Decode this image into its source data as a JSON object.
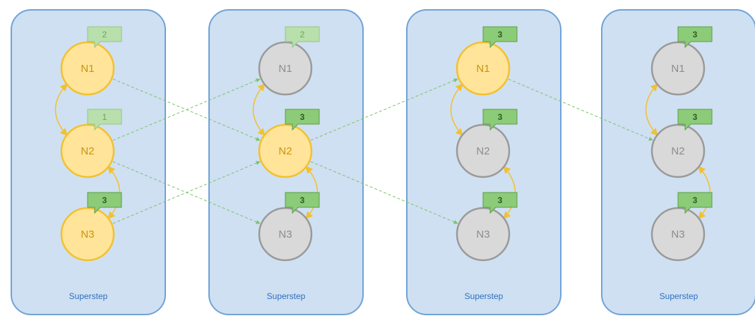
{
  "superstep_label": "Superstep",
  "colors": {
    "panel_fill": "#cfe0f2",
    "panel_stroke": "#6fa3d6",
    "active_fill": "#ffe49a",
    "active_stroke": "#f2c12e",
    "active_text": "#c9950f",
    "halted_fill": "#d9d9d9",
    "halted_stroke": "#9a9a9a",
    "halted_text": "#8c8c8c",
    "badge_new_fill": "#8ccb78",
    "badge_new_stroke": "#5b9e48",
    "badge_new_text": "#2d5e22",
    "badge_old_fill": "#b9dfac",
    "badge_old_stroke": "#93c784",
    "badge_old_text": "#6aa35b",
    "message_line": "#7cc26a",
    "edge": "#f2c12e"
  },
  "supersteps": [
    {
      "label": "Superstep",
      "nodes": [
        {
          "id": "N1",
          "label": "N1",
          "state": "active",
          "value": "2",
          "value_state": "old"
        },
        {
          "id": "N2",
          "label": "N2",
          "state": "active",
          "value": "1",
          "value_state": "old"
        },
        {
          "id": "N3",
          "label": "N3",
          "state": "active",
          "value": "3",
          "value_state": "new"
        }
      ]
    },
    {
      "label": "Superstep",
      "nodes": [
        {
          "id": "N1",
          "label": "N1",
          "state": "halted",
          "value": "2",
          "value_state": "old"
        },
        {
          "id": "N2",
          "label": "N2",
          "state": "active",
          "value": "3",
          "value_state": "new"
        },
        {
          "id": "N3",
          "label": "N3",
          "state": "halted",
          "value": "3",
          "value_state": "new"
        }
      ]
    },
    {
      "label": "Superstep",
      "nodes": [
        {
          "id": "N1",
          "label": "N1",
          "state": "active",
          "value": "3",
          "value_state": "new"
        },
        {
          "id": "N2",
          "label": "N2",
          "state": "halted",
          "value": "3",
          "value_state": "new"
        },
        {
          "id": "N3",
          "label": "N3",
          "state": "halted",
          "value": "3",
          "value_state": "new"
        }
      ]
    },
    {
      "label": "Superstep",
      "nodes": [
        {
          "id": "N1",
          "label": "N1",
          "state": "halted",
          "value": "3",
          "value_state": "new"
        },
        {
          "id": "N2",
          "label": "N2",
          "state": "halted",
          "value": "3",
          "value_state": "new"
        },
        {
          "id": "N3",
          "label": "N3",
          "state": "halted",
          "value": "3",
          "value_state": "new"
        }
      ]
    }
  ],
  "messages": [
    {
      "from_step": 0,
      "from": "N1",
      "to": "N2"
    },
    {
      "from_step": 0,
      "from": "N2",
      "to": "N1"
    },
    {
      "from_step": 0,
      "from": "N2",
      "to": "N3"
    },
    {
      "from_step": 0,
      "from": "N3",
      "to": "N2"
    },
    {
      "from_step": 1,
      "from": "N2",
      "to": "N1"
    },
    {
      "from_step": 1,
      "from": "N2",
      "to": "N3"
    },
    {
      "from_step": 2,
      "from": "N1",
      "to": "N2"
    }
  ],
  "edges": [
    {
      "a": "N1",
      "b": "N2"
    },
    {
      "a": "N2",
      "b": "N3"
    }
  ]
}
